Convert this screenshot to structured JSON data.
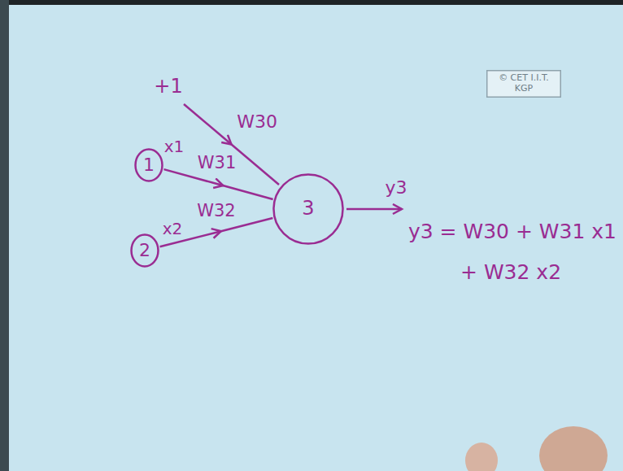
{
  "diagram": {
    "nodes": [
      {
        "text": [
          "© CET I.I.T. KGP"
        ]
      },
      {
        "text": [
          "1"
        ]
      },
      {
        "text": [
          "2"
        ]
      },
      {
        "text": [
          "3"
        ]
      }
    ],
    "edges": [
      {
        "from": 1,
        "to": 3,
        "arrow": "to",
        "label": "W31"
      },
      {
        "from": 2,
        "to": 3,
        "arrow": "to",
        "label": "W32"
      }
    ],
    "labels": [
      "+1",
      "W30",
      "x1",
      "x2",
      "y3",
      "y3 = W30 + W31 x1",
      "+ W32 x2"
    ]
  }
}
